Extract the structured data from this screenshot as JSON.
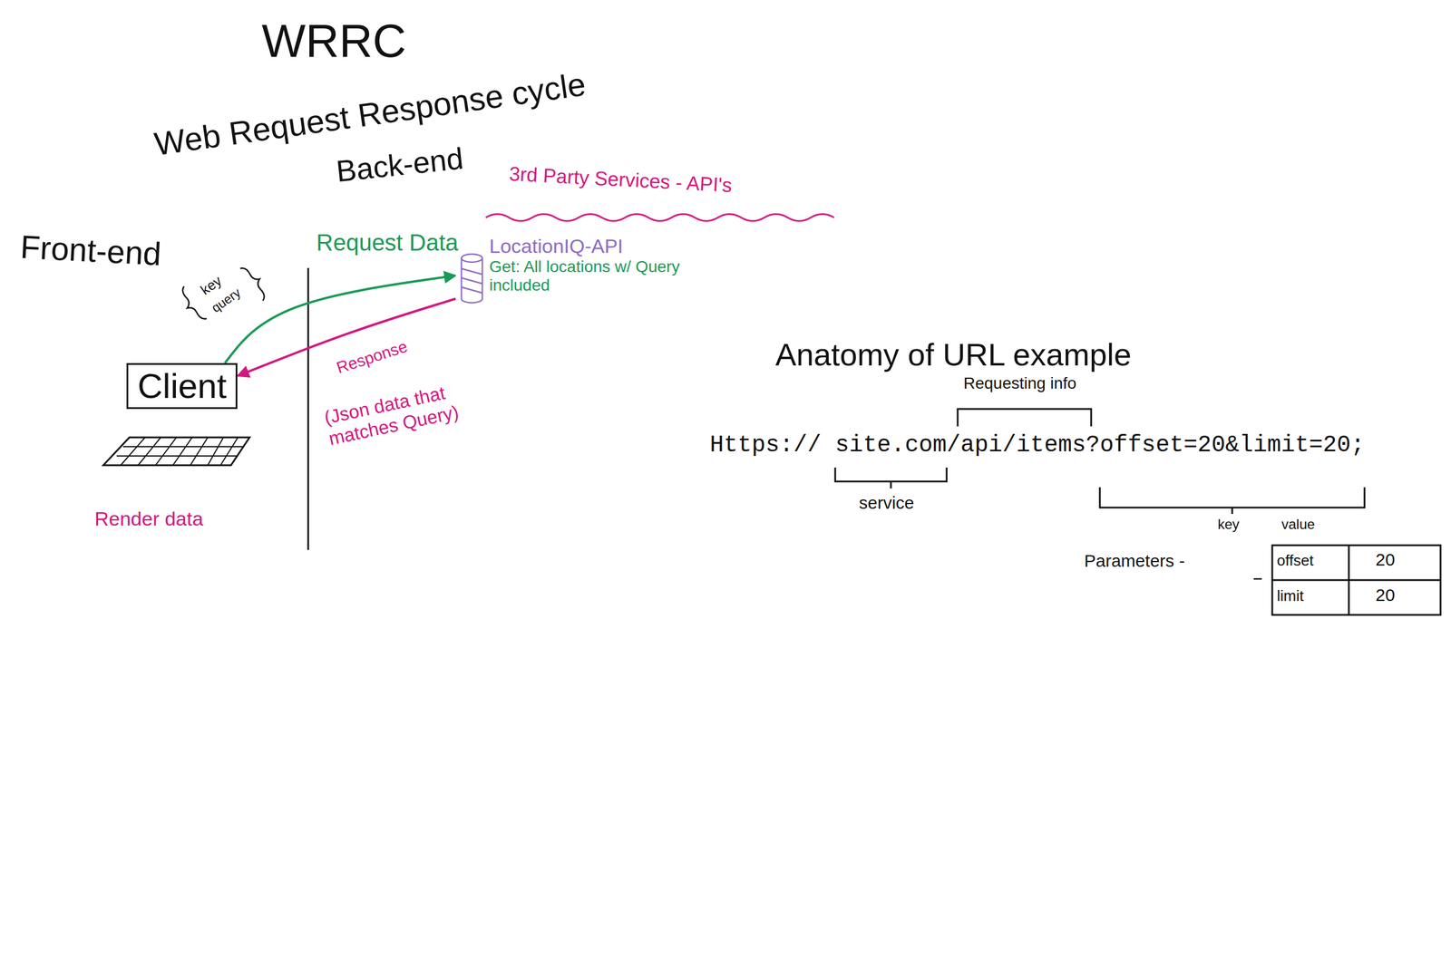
{
  "diagram": {
    "title": "WRRC",
    "nodes": [
      {
        "text": [
          "Client"
        ]
      },
      {
        "text": [
          "LocationIQ-API",
          "Get: All locations w/ Query included"
        ]
      }
    ],
    "edges": [
      {
        "from": 0,
        "to": 1,
        "arrow": "to",
        "label": "Request Data"
      },
      {
        "from": 1,
        "to": 0,
        "arrow": "to",
        "label": "Response"
      }
    ],
    "labels": [
      "Web Request Response cycle",
      "Back-end",
      "Front-end",
      "3rd Party Services - API's",
      "key",
      "query",
      "(Json data that matches Query)",
      "Render data",
      "Anatomy of URL example",
      "Requesting info",
      "Https:// site.com/api/items?offset=20&limit=20;",
      "service",
      "key",
      "value",
      "Parameters -",
      "offset",
      "20",
      "limit",
      "20"
    ]
  }
}
